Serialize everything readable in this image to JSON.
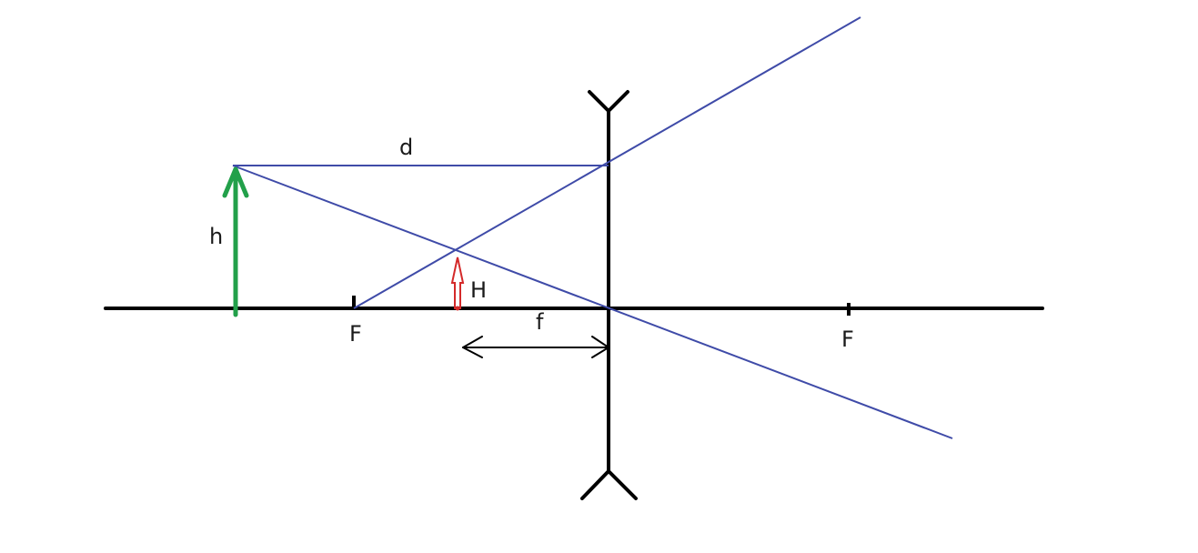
{
  "diagram": {
    "labels": {
      "object_height": "h",
      "image_height": "H",
      "distance": "d",
      "focal_length": "f",
      "focus_left": "F",
      "focus_right": "F"
    },
    "colors": {
      "axis": "#000000",
      "lens": "#000000",
      "rays": "#3f4ba8",
      "object_arrow": "#22a04a",
      "image_arrow": "#d42a2a",
      "focal_arrow": "#000000",
      "background": "#ffffff"
    },
    "icons": {
      "lens": "diverging-lens-icon",
      "object": "up-arrow-icon",
      "image": "hollow-up-arrow-icon",
      "focal_length_marker": "double-headed-arrow-icon"
    }
  }
}
